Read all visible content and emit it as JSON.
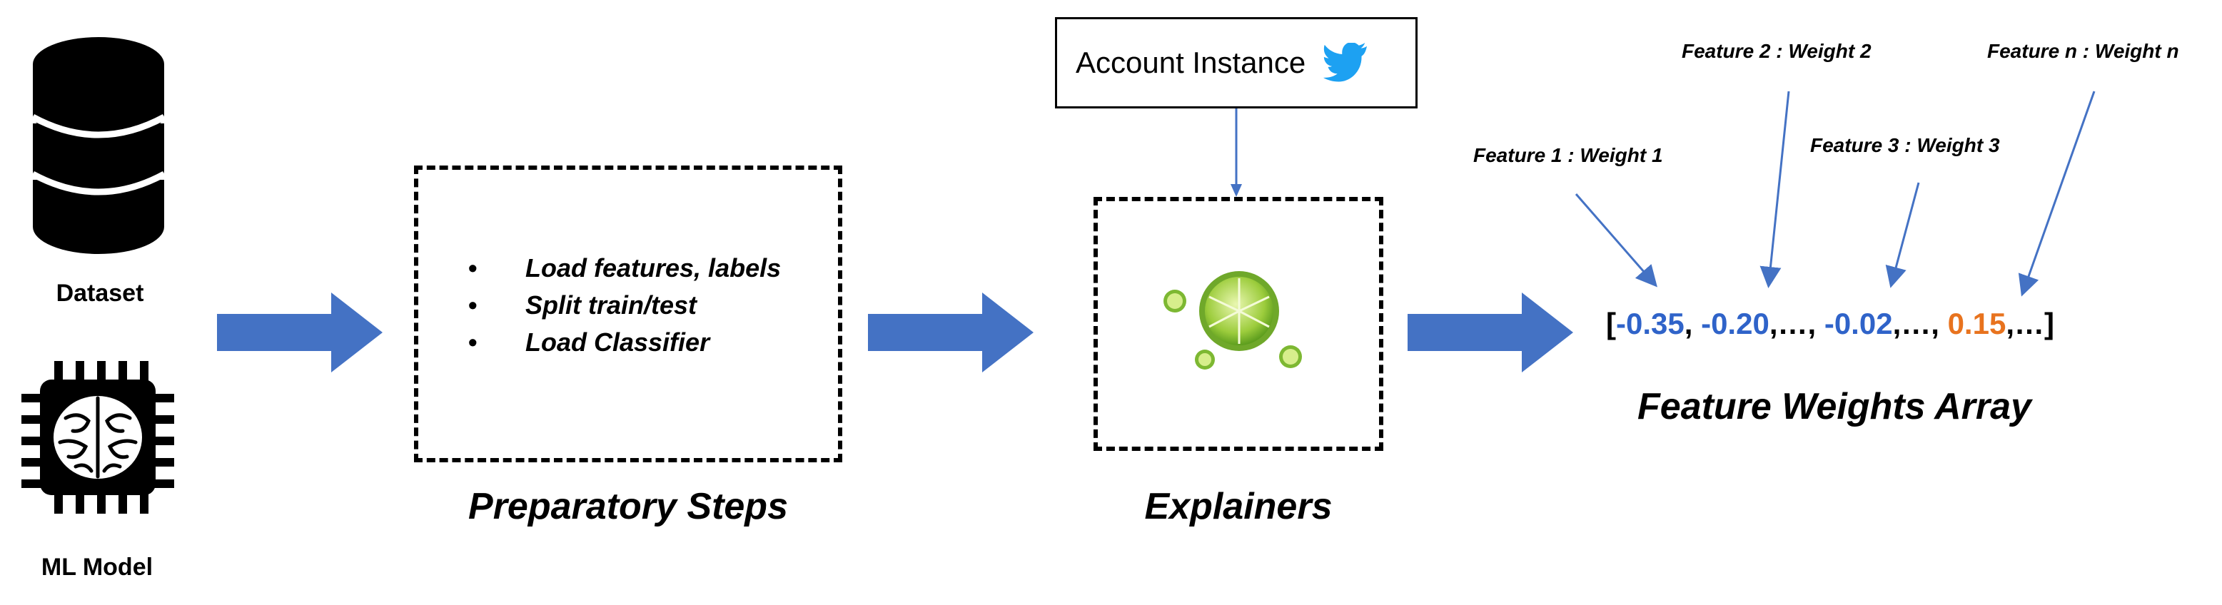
{
  "inputs": {
    "dataset_label": "Dataset",
    "model_label": "ML Model"
  },
  "preparatory": {
    "title": "Preparatory Steps",
    "bullets": [
      "Load features, labels",
      "Split train/test",
      "Load Classifier"
    ]
  },
  "explainers": {
    "title": "Explainers",
    "account_instance": "Account Instance",
    "logo_icon": "lime-icon",
    "account_icon": "twitter-bird-icon"
  },
  "feature_weights": {
    "title": "Feature Weights Array",
    "labels": [
      "Feature 1 : Weight 1",
      "Feature 2 : Weight 2",
      "Feature 3 : Weight 3",
      "Feature n : Weight n"
    ],
    "array": {
      "open": "[",
      "v1": "-0.35",
      "sep1": ", ",
      "v2": "-0.20",
      "sep2": ",…, ",
      "v3": "-0.02",
      "sep3": ",…, ",
      "v4": "0.15",
      "close": ",…]"
    }
  },
  "colors": {
    "arrow_blue": "#4472C4",
    "negative_weight": "#2F63C9",
    "positive_weight": "#E8731E",
    "lime_green": "#8BC34A"
  }
}
